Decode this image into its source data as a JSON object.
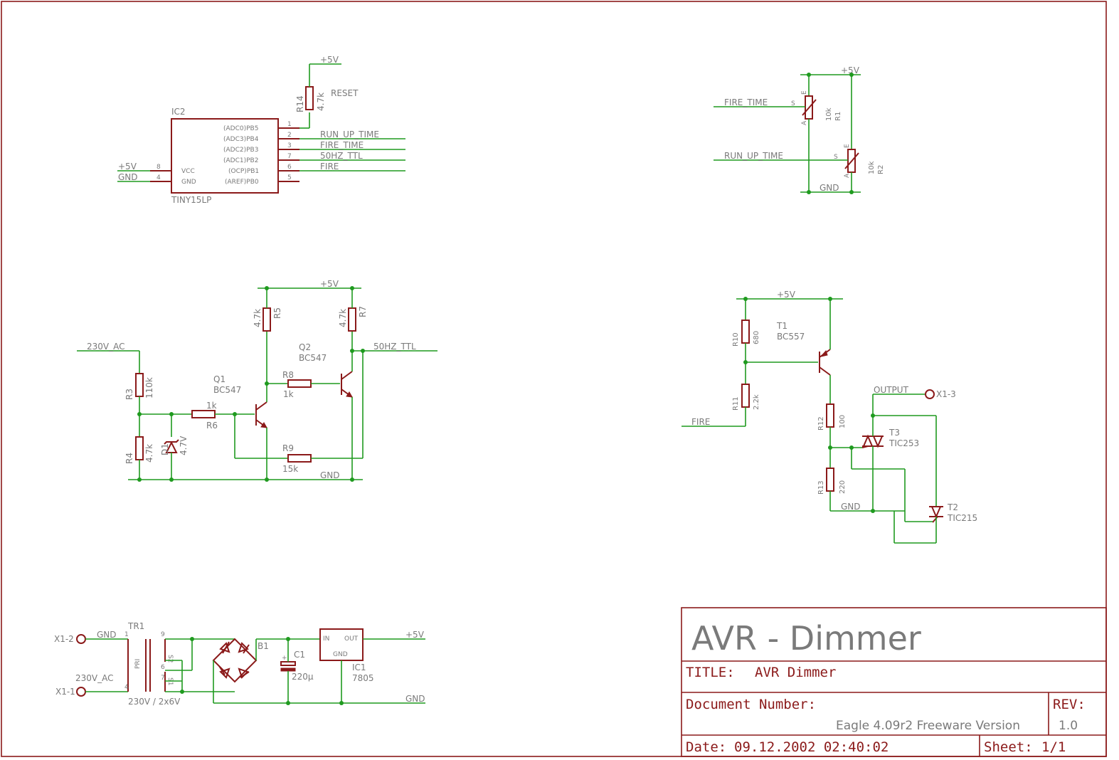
{
  "title_block": {
    "big_title": "AVR - Dimmer",
    "title_label": "TITLE:",
    "title_value": "AVR Dimmer",
    "docnum_label": "Document Number:",
    "rev_label": "REV:",
    "rev_value": "1.0",
    "version": "Eagle 4.09r2 Freeware Version",
    "date_label": "Date:",
    "date_value": "09.12.2002 02:40:02",
    "sheet_label": "Sheet:",
    "sheet_value": "1/1"
  },
  "ic2": {
    "name": "IC2",
    "part": "TINY15LP",
    "pins_right": [
      "(ADC0)PB5",
      "(ADC3)PB4",
      "(ADC2)PB3",
      "(ADC1)PB2",
      "(OCP)PB1",
      "(AREF)PB0"
    ],
    "pin_nums_right": [
      "1",
      "2",
      "3",
      "7",
      "6",
      "5"
    ],
    "pins_left": [
      "VCC",
      "GND"
    ],
    "pin_nums_left": [
      "8",
      "4"
    ],
    "net_left": [
      "+5V",
      "GND"
    ],
    "nets_right": [
      "RUN_UP_TIME",
      "FIRE_TIME",
      "50HZ_TTL",
      "FIRE"
    ],
    "r14": "R14",
    "r14_val": "4.7k",
    "reset": "RESET",
    "vcc_net": "+5V"
  },
  "pots": {
    "vcc": "+5V",
    "gnd": "GND",
    "net1": "FIRE_TIME",
    "net2": "RUN_UP_TIME",
    "r1": "R1",
    "r1_val": "10k",
    "r2": "R2",
    "r2_val": "10k",
    "pin_s": "S",
    "pin_e": "E",
    "pin_a": "A"
  },
  "zero_cross": {
    "in_net": "230V_AC",
    "r3": "R3",
    "r3_val": "110k",
    "r4": "R4",
    "r4_val": "4.7k",
    "d1": "D1",
    "d1_val": "4.7V",
    "r6_val": "1k",
    "r6": "R6",
    "q1": "Q1",
    "q1_part": "BC547",
    "r5": "R5",
    "r5_val": "4.7k",
    "r7": "R7",
    "r7_val": "4.7k",
    "r8": "R8",
    "r8_val": "1k",
    "q2": "Q2",
    "q2_part": "BC547",
    "r9": "R9",
    "r9_val": "15k",
    "vcc": "+5V",
    "gnd": "GND",
    "out_net": "50HZ_TTL"
  },
  "driver": {
    "vcc": "+5V",
    "r10": "R10",
    "r10_val": "680",
    "r11": "R11",
    "r11_val": "2.2k",
    "fire": "FIRE",
    "t1": "T1",
    "t1_part": "BC557",
    "r12": "R12",
    "r12_val": "100",
    "r13": "R13",
    "r13_val": "220",
    "output": "OUTPUT",
    "x13": "X1-3",
    "t3": "T3",
    "t3_part": "TIC253",
    "t2": "T2",
    "t2_part": "TIC215",
    "gnd": "GND"
  },
  "psu": {
    "x12": "X1-2",
    "x11": "X1-1",
    "gnd_net": "GND",
    "ac_net": "230V_AC",
    "tr1": "TR1",
    "tr1_val": "230V / 2x6V",
    "pri": "PRI",
    "s1": "S1",
    "s2": "S2",
    "pin1": "1",
    "pin4": "4",
    "pin9": "9",
    "pin6": "6",
    "pin7": "7",
    "b1": "B1",
    "c1": "C1",
    "c1_val": "220µ",
    "ic1": "IC1",
    "ic1_part": "7805",
    "in": "IN",
    "out": "OUT",
    "gnd": "GND",
    "vcc_out": "+5V",
    "gnd_out": "GND"
  }
}
